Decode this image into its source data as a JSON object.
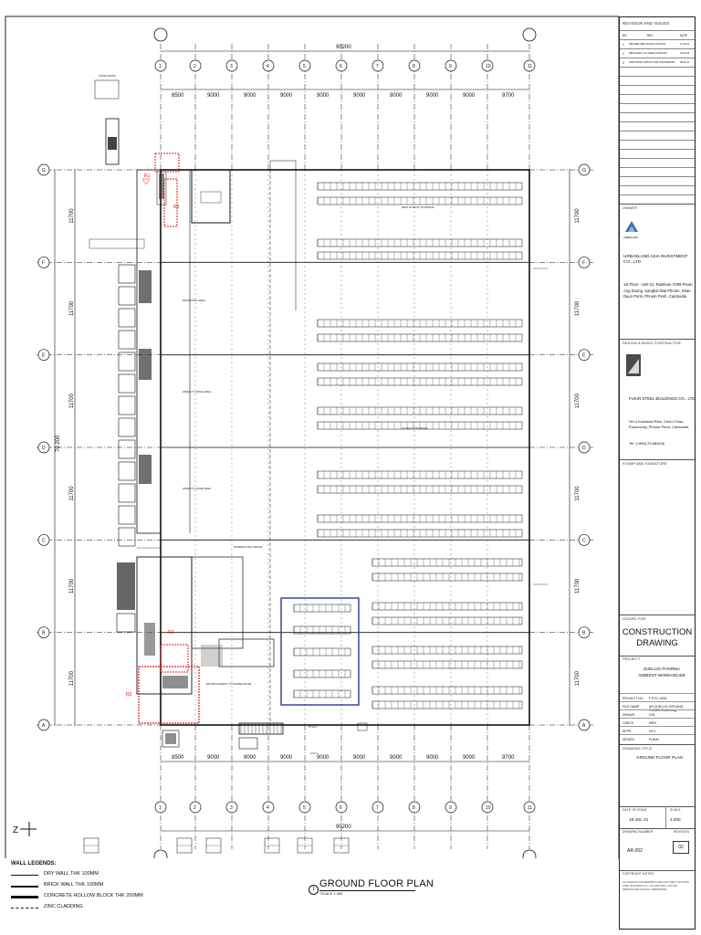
{
  "drawing": {
    "title": "GROUND FLOOR PLAN",
    "scale": "SCALE 1:400",
    "view_no": "1",
    "overall_width": "90200",
    "overall_depth": "70 200",
    "top_bays": [
      "8500",
      "9000",
      "9000",
      "9000",
      "9000",
      "9000",
      "9000",
      "9000",
      "9000",
      "9700"
    ],
    "bottom_bays": [
      "8500",
      "9000",
      "9000",
      "9000",
      "9000",
      "9000",
      "9000",
      "9000",
      "9000",
      "9700"
    ],
    "side_bays": [
      "11700",
      "11700",
      "11700",
      "11700",
      "11700",
      "11700"
    ],
    "grid_top": [
      "1",
      "2",
      "3",
      "4",
      "5",
      "6",
      "7",
      "8",
      "9",
      "10",
      "11"
    ],
    "grid_side": [
      "G",
      "F",
      "E",
      "D",
      "C",
      "B",
      "A"
    ],
    "labels": {
      "pump_room": "PUMP ROOM",
      "receiving_area": "RECEIVING AREA",
      "staging_area": "20DEG°C ZONE AREA",
      "new_storage": "NEW IN-RACK STORAGE",
      "ac_bulk": "AC BULK STORAGE",
      "warehouse_office": "WAREHOUSE OFFICE",
      "entrance": "ENTRANCE/EXIT TO WAREHOUSE",
      "dim_1": "5710 m",
      "dim_2": "3.07 m"
    },
    "revision_marks": [
      "R1",
      "R3",
      "R2",
      "R3"
    ]
  },
  "legend": {
    "title": "WALL LEGENDS:",
    "items": [
      "DRY WALL THK 100MM",
      "BRICK WALL THK 100MM",
      "CONCRETE HOLLOW BLOCK THK 200MM",
      "ZINC CLADDING"
    ]
  },
  "title_block": {
    "revision_header": "REVISION AND ISSUES",
    "rev_cols": [
      "NO",
      "REV",
      "DATE"
    ],
    "revisions": [
      {
        "no": "1",
        "rev": "REVISED FIRE DOOR LOCATION",
        "date": "17-03-21"
      },
      {
        "no": "2",
        "rev": "REPLACED 1.2m HEIGHT RAILING",
        "date": "03-06-21"
      },
      {
        "no": "3",
        "rev": "ADDITIONAL STRUCTURE FOR REPAIRS",
        "date": "08-06-21"
      }
    ],
    "owner_header": "OWNER",
    "owner_name": "URBANLAND ASIA INVESTMENT CO., LTD",
    "owner_address": "1st Floor - Unit 01, Rainbow, #299 Preah Ang Duong, Sangkat Wat Phnom, Khan Daun Penh, Phnom Penh, Cambodia",
    "owner_logo": "URBANLAND",
    "contractor_header": "DESIGN & BUILD CONTRACTOR",
    "contractor_name": "FUKIN STEEL BUILDINGS CO., LTD",
    "contractor_address": "NH 4 Industrial Park, Chom Chao, Posenchey, Phnom Penh, Cambodia",
    "contractor_tel": "Tel: (+855) 23 882618",
    "stamp_header": "STAMP AND SIGNATURE",
    "issued_header": "ISSUED FOR",
    "issued_for": [
      "CONSTRUCTION",
      "DRAWING"
    ],
    "project_header": "PROJECT",
    "project_name": "ZUELLIG PHARMA AMBIENT WAREHOUSE",
    "fields": [
      {
        "k": "PROJECT NO.",
        "v": "F.F.P.C.0002"
      },
      {
        "k": "FILE NAME",
        "v": "AR-ZUELLIG-GROUND-FLOOR-PLAN.dwg"
      },
      {
        "k": "DRAWN",
        "v": "CHL"
      },
      {
        "k": "CHECK",
        "v": "MPN"
      },
      {
        "k": "APPR",
        "v": "HCV"
      },
      {
        "k": "ISSUED",
        "v": "FUKIN"
      }
    ],
    "drawing_title_header": "DRAWING TITLE",
    "drawing_title": "GROUND FLOOR PLAN",
    "date_header": "DATE OF ISSUE",
    "date": "19-JUL-21",
    "scale_header": "SCALE",
    "scale": "1:400",
    "dwg_no_header": "DRAWING NUMBER",
    "dwg_no": "AR-202",
    "rev_header": "REVISION",
    "rev_no": "02",
    "copyright_header": "COPYRIGHT NOTES",
    "copyright": "ALL DESIGNS AND DRAWINGS ARE COPYRIGHT OF FUKIN STEEL BUILDINGS CO., LTD AND SHALL NOT BE REPRODUCED WITHOUT PERMISSION."
  },
  "colors": {
    "red": "#e01b1b",
    "blue": "#2a3a9a",
    "line": "#111111"
  }
}
